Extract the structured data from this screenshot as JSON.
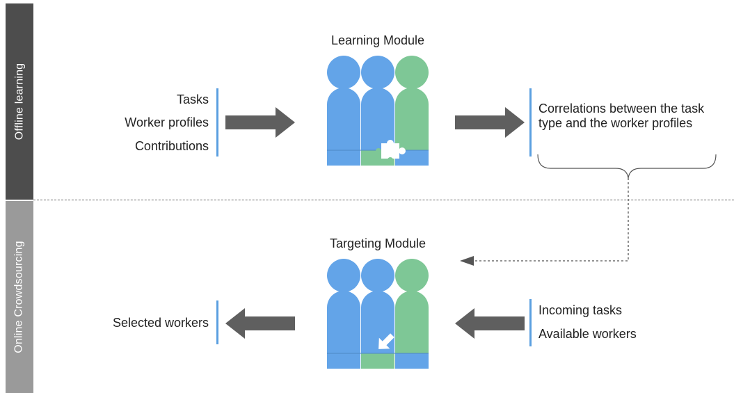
{
  "sections": {
    "offline": {
      "label": "Offline learning",
      "color": "#4d4d4d"
    },
    "online": {
      "label": "Online Crowdsourcing",
      "color": "#9a9a9a"
    }
  },
  "learning": {
    "title": "Learning Module",
    "inputs": [
      "Tasks",
      "Worker profiles",
      "Contributions"
    ],
    "output": "Correlations between the task type and the worker profiles",
    "badge_icon": "puzzle-piece-icon"
  },
  "targeting": {
    "title": "Targeting Module",
    "inputs": [
      "Incoming tasks",
      "Available workers"
    ],
    "output": "Selected workers",
    "badge_icon": "arrow-in-icon"
  },
  "colors": {
    "blue": "#63a4e8",
    "green": "#7ec796",
    "arrow": "#5f5f5f",
    "bar": "#5a9fe0"
  }
}
